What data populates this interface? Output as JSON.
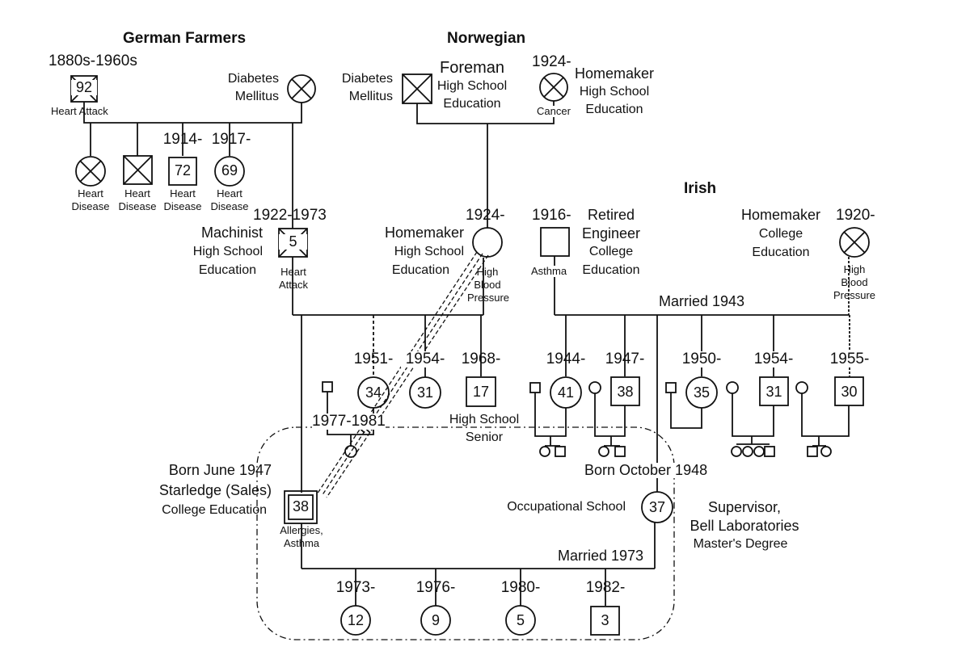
{
  "headings": {
    "german": "German Farmers",
    "norwegian": "Norwegian",
    "irish": "Irish"
  },
  "gen1": {
    "gf_years": "1880s-1960s",
    "gf_age": "92",
    "gf_cause": "Heart Attack",
    "gm_condition_1": "Diabetes",
    "gm_condition_2": "Mellitus",
    "nf_condition_1": "Diabetes",
    "nf_condition_2": "Mellitus",
    "nf_occupation": "Foreman",
    "nf_edu_1": "High School",
    "nf_edu_2": "Education",
    "nm_years": "1924-",
    "nm_occupation": "Homemaker",
    "nm_edu_1": "High School",
    "nm_edu_2": "Education",
    "nm_cause": "Cancer"
  },
  "german_children": {
    "c1_label_1": "Heart",
    "c1_label_2": "Disease",
    "c2_label_1": "Heart",
    "c2_label_2": "Disease",
    "c3_years": "1914-",
    "c3_age": "72",
    "c3_label_1": "Heart",
    "c3_label_2": "Disease",
    "c4_years": "1917-",
    "c4_age": "69",
    "c4_label_1": "Heart",
    "c4_label_2": "Disease"
  },
  "gen2": {
    "machinist_years": "1922-1973",
    "machinist_occ": "Machinist",
    "machinist_edu_1": "High School",
    "machinist_edu_2": "Education",
    "machinist_age": "5",
    "machinist_cause_1": "Heart",
    "machinist_cause_2": "Attack",
    "homemaker_years": "1924-",
    "homemaker_occ": "Homemaker",
    "homemaker_edu_1": "High School",
    "homemaker_edu_2": "Education",
    "homemaker_cond_1": "High",
    "homemaker_cond_2": "Blood",
    "homemaker_cond_3": "Pressure",
    "engineer_years": "1916-",
    "engineer_occ_1": "Retired",
    "engineer_occ_2": "Engineer",
    "engineer_edu_1": "College",
    "engineer_edu_2": "Education",
    "engineer_cond": "Asthma",
    "irish_mother_years": "1920-",
    "irish_mother_occ": "Homemaker",
    "irish_mother_edu_1": "College",
    "irish_mother_edu_2": "Education",
    "irish_mother_cond_1": "High",
    "irish_mother_cond_2": "Blood",
    "irish_mother_cond_3": "Pressure",
    "married_irish": "Married 1943"
  },
  "siblings": {
    "s1_years": "1951-",
    "s1_age": "34",
    "s2_years": "1954-",
    "s2_age": "31",
    "s3_years": "1968-",
    "s3_age": "17",
    "s3_label_1": "High School",
    "s3_label_2": "Senior",
    "divorce_years": "1977-1981",
    "i1_years": "1944-",
    "i1_age": "41",
    "i2_years": "1947-",
    "i2_age": "38",
    "i3_years": "1950-",
    "i3_age": "35",
    "i4_years": "1954-",
    "i4_age": "31",
    "i5_years": "1955-",
    "i5_age": "30"
  },
  "couple": {
    "husband_born": "Born June 1947",
    "husband_occ": "Starledge (Sales)",
    "husband_edu": "College Education",
    "husband_age": "38",
    "husband_cond_1": "Allergies,",
    "husband_cond_2": "Asthma",
    "wife_born": "Born October 1948",
    "wife_edu": "Occupational School",
    "wife_age": "37",
    "wife_occ_1": "Supervisor,",
    "wife_occ_2": "Bell Laboratories",
    "wife_degree": "Master's Degree",
    "married": "Married 1973"
  },
  "children": {
    "k1_years": "1973-",
    "k1_age": "12",
    "k2_years": "1976-",
    "k2_age": "9",
    "k3_years": "1980-",
    "k3_age": "5",
    "k4_years": "1982-",
    "k4_age": "3"
  }
}
